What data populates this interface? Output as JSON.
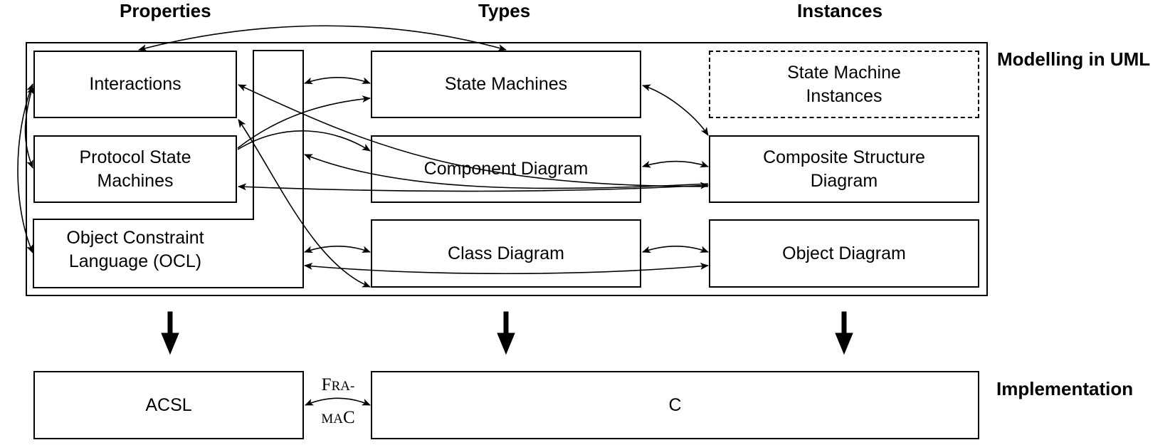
{
  "headers": {
    "properties": "Properties",
    "types": "Types",
    "instances": "Instances",
    "modelling": "Modelling in UML",
    "implementation": "Implementation"
  },
  "boxes": {
    "interactions": "Interactions",
    "protocol_state_machines": [
      "Protocol State",
      "Machines"
    ],
    "ocl": [
      "Object Constraint",
      "Language (OCL)"
    ],
    "state_machines": "State Machines",
    "component_diagram": "Component Diagram",
    "class_diagram": "Class Diagram",
    "state_machine_instances": [
      "State Machine",
      "Instances"
    ],
    "composite_structure_diagram": [
      "Composite Structure",
      "Diagram"
    ],
    "object_diagram": "Object Diagram",
    "acsl": "ACSL",
    "c": "C"
  },
  "connector": {
    "framac_line1_cap": "F",
    "framac_line1_small": "RA-",
    "framac_line2_small": "MA",
    "framac_line2_cap": "C"
  }
}
